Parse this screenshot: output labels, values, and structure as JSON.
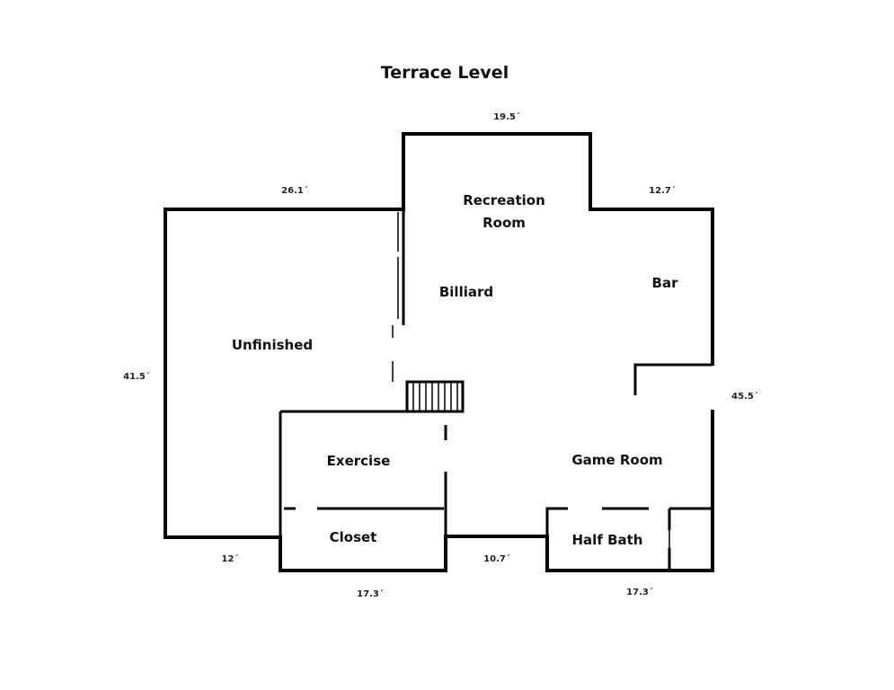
{
  "title": "Terrace Level",
  "rooms": {
    "recreation_room_line1": "Recreation",
    "recreation_room_line2": "Room",
    "billiard": "Billiard",
    "bar": "Bar",
    "unfinished": "Unfinished",
    "exercise": "Exercise",
    "game_room": "Game Room",
    "closet": "Closet",
    "half_bath": "Half Bath"
  },
  "dimensions": {
    "top_center": "19.5´",
    "top_left": "26.1´",
    "top_right": "12.7´",
    "left_side": "41.5´",
    "right_side": "45.5´",
    "bottom_left": "12´",
    "bottom_closet": "17.3´",
    "bottom_middle": "10.7´",
    "bottom_right": "17.3´"
  }
}
